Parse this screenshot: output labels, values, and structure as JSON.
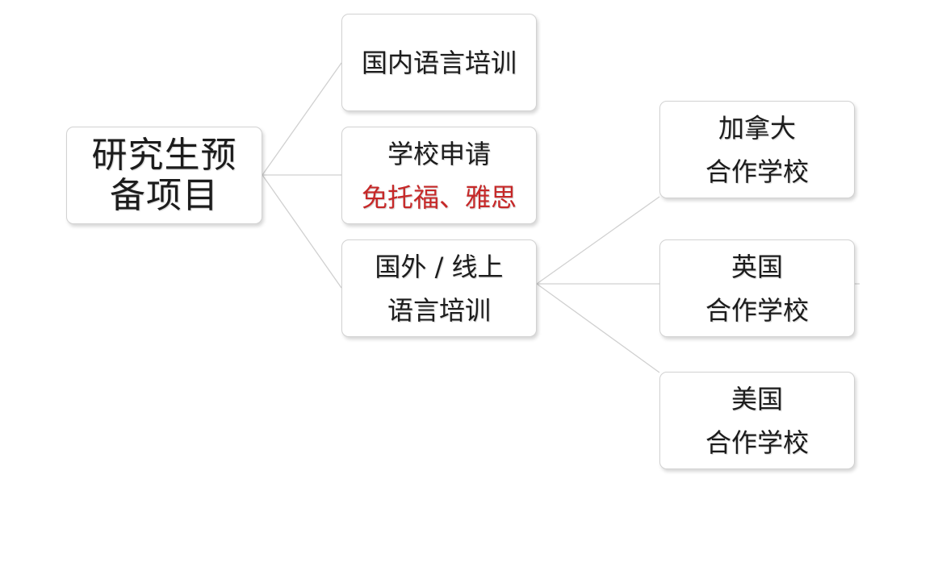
{
  "diagram": {
    "root": {
      "lines": [
        "研究生预",
        "备项目"
      ]
    },
    "branches": [
      {
        "lines": [
          "国内语言培训"
        ]
      },
      {
        "lines": [
          "学校申请",
          "免托福、雅思"
        ],
        "highlight_color": "#c62828"
      },
      {
        "lines": [
          "国外 / 线上",
          "语言培训"
        ]
      }
    ],
    "schools": [
      {
        "lines": [
          "加拿大",
          "合作学校"
        ]
      },
      {
        "lines": [
          "英国",
          "合作学校"
        ]
      },
      {
        "lines": [
          "美国",
          "合作学校"
        ]
      }
    ],
    "colors": {
      "connector": "#d0d0d0",
      "border": "#d2d2d2",
      "text": "#1c1c1c",
      "highlight": "#c62828"
    }
  }
}
